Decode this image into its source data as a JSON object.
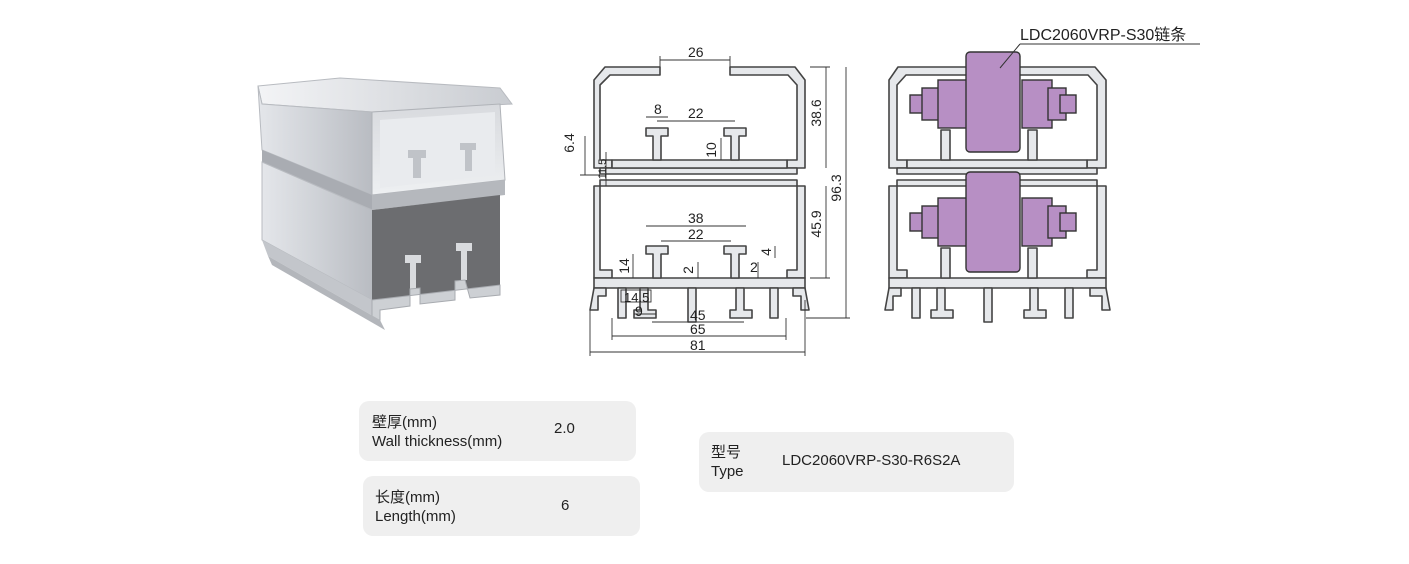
{
  "drawing": {
    "chain_label": "LDC2060VRP-S30链条",
    "dimensions": {
      "top_gap": "26",
      "slot_pitch_upper": "22",
      "slot_width_upper": "8",
      "slot_depth_upper": "10",
      "lip": "6.4",
      "lip_small": "11.5",
      "upper_height": "38.6",
      "total_height": "96.3",
      "lower_height": "45.9",
      "slot_span_lower": "38",
      "slot_pitch_lower": "22",
      "slot_depth_lower": "14",
      "wall_lower_a": "2",
      "wall_lower_b": "2",
      "slot_lower_right": "4",
      "foot_slot_width": "14.5",
      "foot_slot_open": "9",
      "foot_pitch": "45",
      "foot_span": "65",
      "total_width": "81"
    }
  },
  "specs": {
    "wall": {
      "cn": "壁厚(mm)",
      "en": "Wall thickness(mm)",
      "value": "2.0"
    },
    "length": {
      "cn": "长度(mm)",
      "en": "Length(mm)",
      "value": "6"
    },
    "type": {
      "cn": "型号",
      "en": "Type",
      "value": "LDC2060VRP-S30-R6S2A"
    }
  },
  "colors": {
    "profile_fill": "#e6e8eb",
    "profile_stroke": "#444444",
    "chain_purple": "#b78fc4",
    "card_bg": "#efefef"
  }
}
